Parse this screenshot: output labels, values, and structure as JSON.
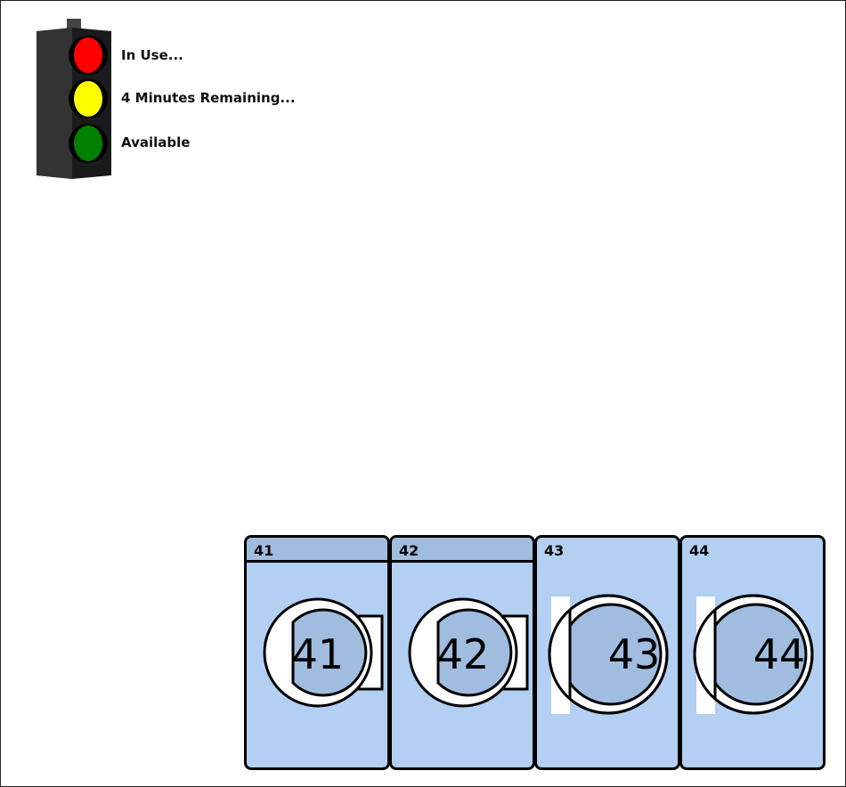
{
  "legend": {
    "in_use": "In Use...",
    "minutes_remaining": "4 Minutes Remaining...",
    "available": "Available"
  },
  "machines": [
    {
      "number": "41",
      "door_label": "41",
      "type": "washer"
    },
    {
      "number": "42",
      "door_label": "42",
      "type": "washer"
    },
    {
      "number": "43",
      "door_label": "43",
      "type": "dryer"
    },
    {
      "number": "44",
      "door_label": "44",
      "type": "dryer"
    }
  ],
  "colors": {
    "machine_body": "#b3cff2",
    "machine_header": "#a0bcdf",
    "door_glass": "#a0bcdf",
    "light_red": "#ff0000",
    "light_yellow": "#ffff00",
    "light_green": "#008000"
  }
}
